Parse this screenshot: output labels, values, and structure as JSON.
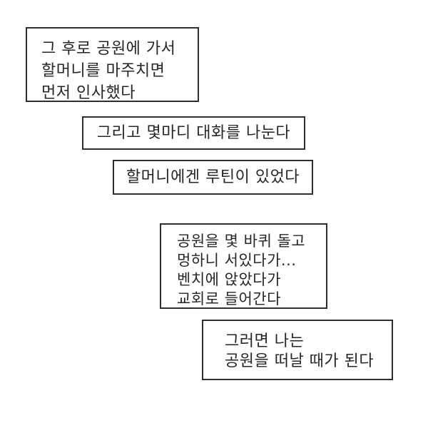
{
  "page": {
    "background_color": "#ffffff",
    "text_color": "#262626",
    "border_color": "#2e2e2e",
    "description_language": "Korean"
  },
  "boxes": [
    {
      "name": "caption-box-1",
      "lines": [
        "그 후로 공원에 가서",
        "할머니를 마주치면",
        "먼저 인사했다"
      ]
    },
    {
      "name": "caption-box-2",
      "lines": [
        "그리고 몇마디 대화를 나눈다"
      ]
    },
    {
      "name": "caption-box-3",
      "lines": [
        "할머니에겐 루틴이 있었다"
      ]
    },
    {
      "name": "caption-box-4",
      "lines": [
        "공원을 몇 바퀴 돌고",
        "멍하니 서있다가...",
        "벤치에 앉았다가",
        "교회로 들어간다"
      ]
    },
    {
      "name": "caption-box-5",
      "lines": [
        "그러면 나는",
        "공원을 떠날 때가 된다"
      ]
    }
  ]
}
